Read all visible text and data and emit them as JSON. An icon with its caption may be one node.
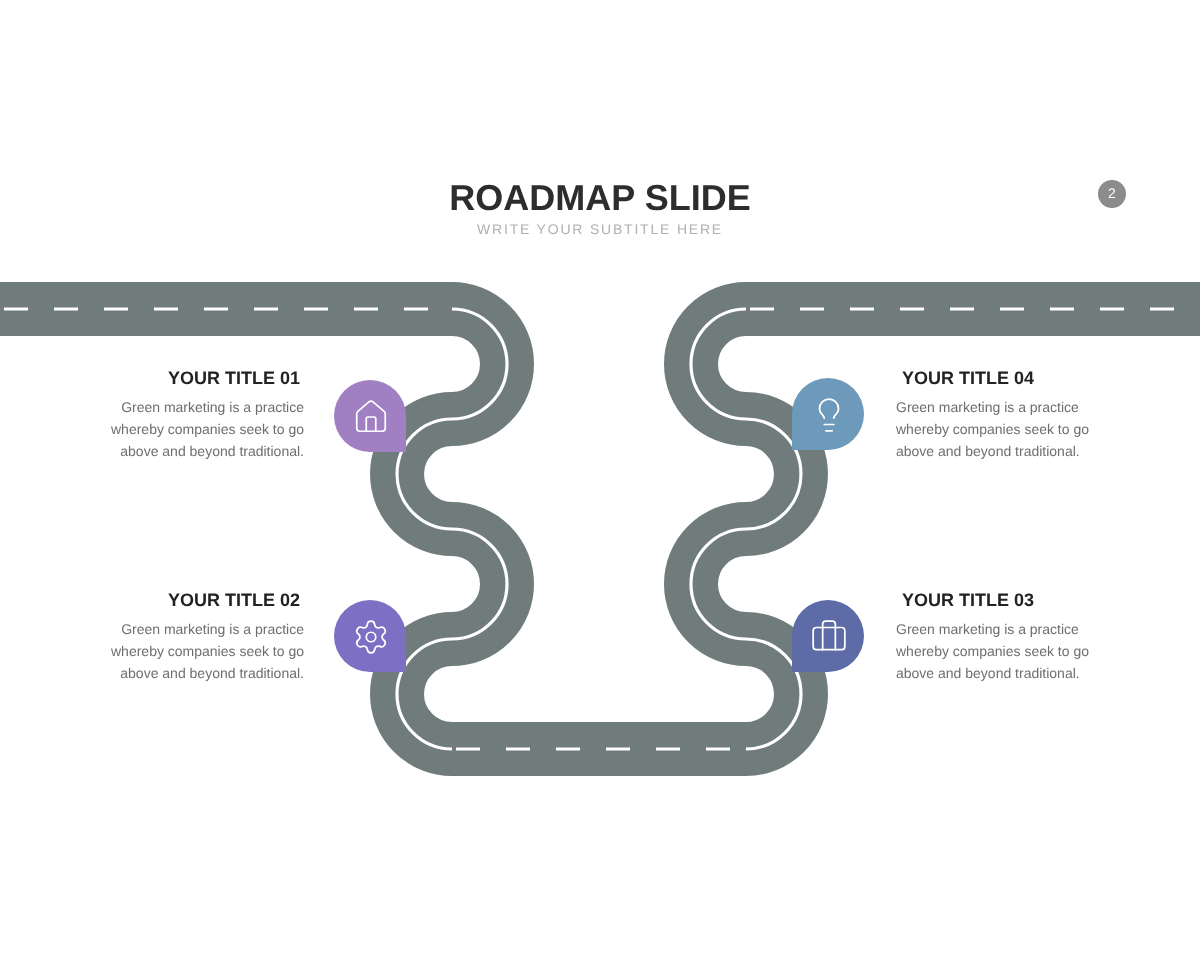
{
  "diagram": {
    "title": "ROADMAP SLIDE",
    "nodes": [
      {
        "text": [],
        "shape": "circle",
        "beside": [
          "YOUR TITLE 01",
          "Green marketing is a practice whereby companies seek to go above and beyond traditional."
        ]
      },
      {
        "text": [],
        "shape": "circle",
        "beside": [
          "YOUR TITLE 02",
          "Green marketing is a practice whereby companies seek to go above and beyond traditional."
        ]
      },
      {
        "text": [],
        "shape": "circle",
        "beside": [
          "YOUR TITLE 03",
          "Green marketing is a practice whereby companies seek to go above and beyond traditional."
        ]
      },
      {
        "text": [],
        "shape": "circle",
        "beside": [
          "YOUR TITLE 04",
          "Green marketing is a practice whereby companies seek to go above and beyond traditional."
        ]
      }
    ],
    "labels": [
      "WRITE YOUR SUBTITLE HERE",
      "2"
    ]
  }
}
